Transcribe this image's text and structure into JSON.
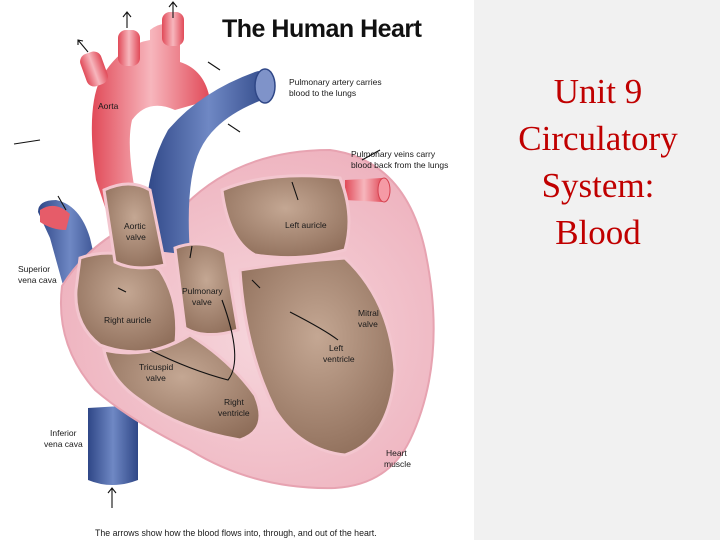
{
  "figure": {
    "title": "The Human Heart",
    "caption": "The arrows show how the blood flows into, through, and out of the heart.",
    "labels": {
      "aorta": "Aorta",
      "pulmonary_artery_1": "Pulmonary artery carries",
      "pulmonary_artery_2": "blood to the lungs",
      "pulmonary_veins_1": "Pulmonary veins carry",
      "pulmonary_veins_2": "blood back from the lungs",
      "aortic_valve_1": "Aortic",
      "aortic_valve_2": "valve",
      "left_auricle": "Left auricle",
      "superior_vc_1": "Superior",
      "superior_vc_2": "vena cava",
      "pulmonary_valve_1": "Pulmonary",
      "pulmonary_valve_2": "valve",
      "right_auricle": "Right auricle",
      "mitral_valve_1": "Mitral",
      "mitral_valve_2": "valve",
      "left_ventricle_1": "Left",
      "left_ventricle_2": "ventricle",
      "tricuspid_valve_1": "Tricuspid",
      "tricuspid_valve_2": "valve",
      "right_ventricle_1": "Right",
      "right_ventricle_2": "ventricle",
      "inferior_vc_1": "Inferior",
      "inferior_vc_2": "vena cava",
      "heart_muscle_1": "Heart",
      "heart_muscle_2": "muscle"
    }
  },
  "slide": {
    "title_lines": [
      "Unit 9",
      "Circulatory",
      "System:",
      "Blood"
    ]
  },
  "colors": {
    "title_red": "#c00000",
    "artery_red": "#e8616d",
    "vein_blue": "#3f5a9c",
    "chamber_brown": "#a98a75",
    "muscle_pink": "#f3c6cf"
  }
}
